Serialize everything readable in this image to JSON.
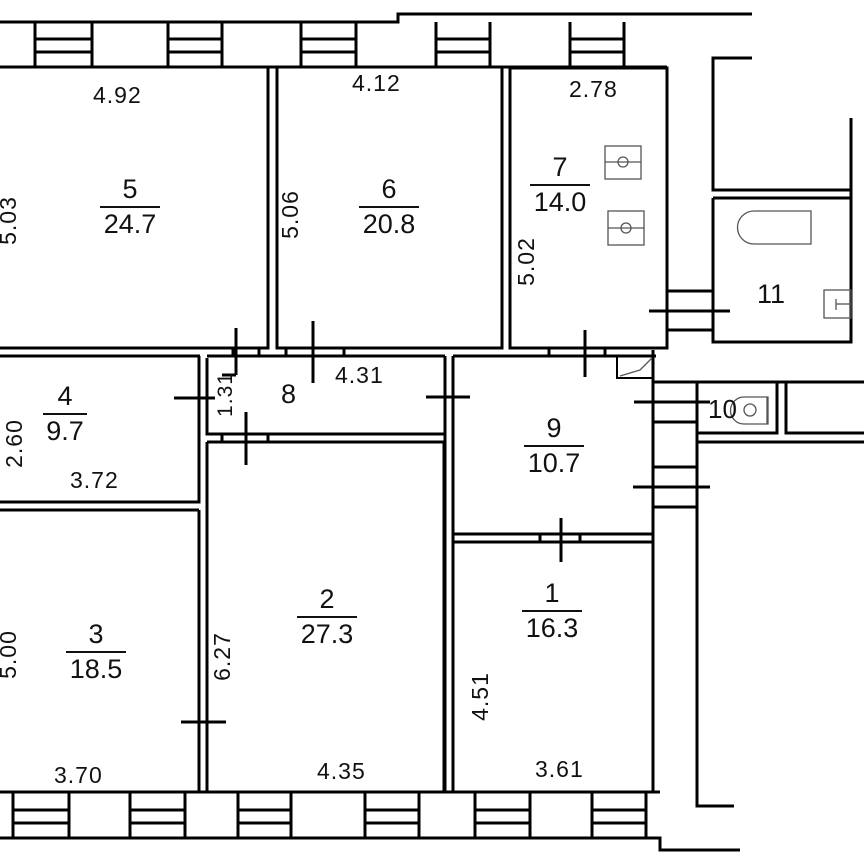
{
  "floor_plan": {
    "rooms": [
      {
        "id": "room-1",
        "number": "1",
        "area": "16.3",
        "dims": {
          "width": "3.61",
          "length": "4.51"
        }
      },
      {
        "id": "room-2",
        "number": "2",
        "area": "27.3",
        "dims": {
          "width": "4.35",
          "length": "6.27"
        }
      },
      {
        "id": "room-3",
        "number": "3",
        "area": "18.5",
        "dims": {
          "width": "3.70",
          "length": "5.00"
        }
      },
      {
        "id": "room-4",
        "number": "4",
        "area": "9.7",
        "dims": {
          "width": "3.72",
          "length": "2.60"
        }
      },
      {
        "id": "room-5",
        "number": "5",
        "area": "24.7",
        "dims": {
          "width": "4.92",
          "length": "5.03"
        }
      },
      {
        "id": "room-6",
        "number": "6",
        "area": "20.8",
        "dims": {
          "width": "4.12",
          "length": "5.06"
        }
      },
      {
        "id": "room-7",
        "number": "7",
        "area": "14.0",
        "dims": {
          "width": "2.78",
          "length": "5.02"
        }
      },
      {
        "id": "room-8",
        "number": "8",
        "area": null,
        "dims": {
          "width": "4.31",
          "length": "1.31"
        }
      },
      {
        "id": "room-9",
        "number": "9",
        "area": "10.7",
        "dims": null
      },
      {
        "id": "room-10",
        "number": "10",
        "area": null,
        "dims": null
      },
      {
        "id": "room-11",
        "number": "11",
        "area": null,
        "dims": null
      }
    ],
    "fixtures": [
      {
        "name": "stove-burner-icon",
        "room": "7"
      },
      {
        "name": "stove-burner-icon",
        "room": "7"
      },
      {
        "name": "bathtub-icon",
        "room": "11"
      },
      {
        "name": "sink-icon",
        "room": "11"
      },
      {
        "name": "toilet-icon",
        "room": "10"
      }
    ],
    "colors": {
      "line": "#000000",
      "fixture": "#555555",
      "background": "#ffffff"
    }
  }
}
